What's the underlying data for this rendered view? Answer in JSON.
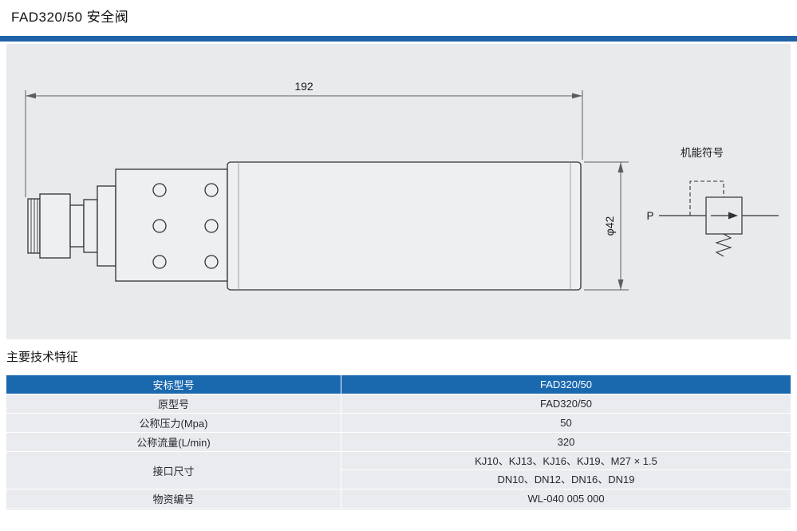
{
  "page": {
    "title": "FAD320/50 安全阀",
    "section_heading": "主要技术特征"
  },
  "drawing": {
    "dim_length": "192",
    "dim_diameter": "φ42",
    "symbol_label": "机能符号",
    "port_label": "P"
  },
  "table": {
    "header": {
      "label": "安标型号",
      "value": "FAD320/50"
    },
    "rows": [
      {
        "label": "原型号",
        "value": "FAD320/50"
      },
      {
        "label": "公称压力(Mpa)",
        "value": "50"
      },
      {
        "label": "公称流量(L/min)",
        "value": "320"
      },
      {
        "label": "接口尺寸",
        "value_line1": "KJ10、KJ13、KJ16、KJ19、M27 × 1.5",
        "value_line2": "DN10、DN12、DN16、DN19"
      },
      {
        "label": "物资编号",
        "value": "WL-040 005 000"
      }
    ]
  },
  "colors": {
    "accent_blue": "#2061a8",
    "table_header_blue": "#1a68ae",
    "panel_bg": "#e8eaec",
    "row_bg": "#e9ebee"
  }
}
